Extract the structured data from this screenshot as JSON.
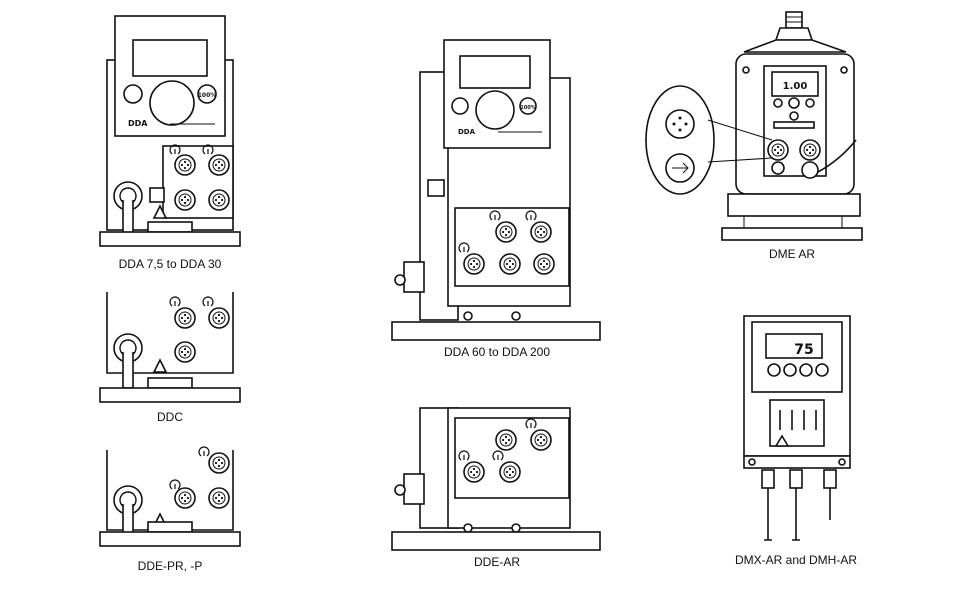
{
  "captions": {
    "dda_7_5_to_30": "DDA 7,5 to DDA 30",
    "ddc": "DDC",
    "dde_pr_p": "DDE-PR, -P",
    "dda_60_to_200": "DDA 60 to DDA 200",
    "dde_ar": "DDE-AR",
    "dme_ar": "DME AR",
    "dmx_ar_dmh_ar": "DMX-AR and DMH-AR"
  },
  "device_markings": {
    "dda_brand": "DDA",
    "button_100": "100%",
    "dme_display": "1.00",
    "dmx_display": "75"
  },
  "icons": [
    "socket-icon",
    "warning-icon",
    "knob-icon",
    "play-icon"
  ]
}
